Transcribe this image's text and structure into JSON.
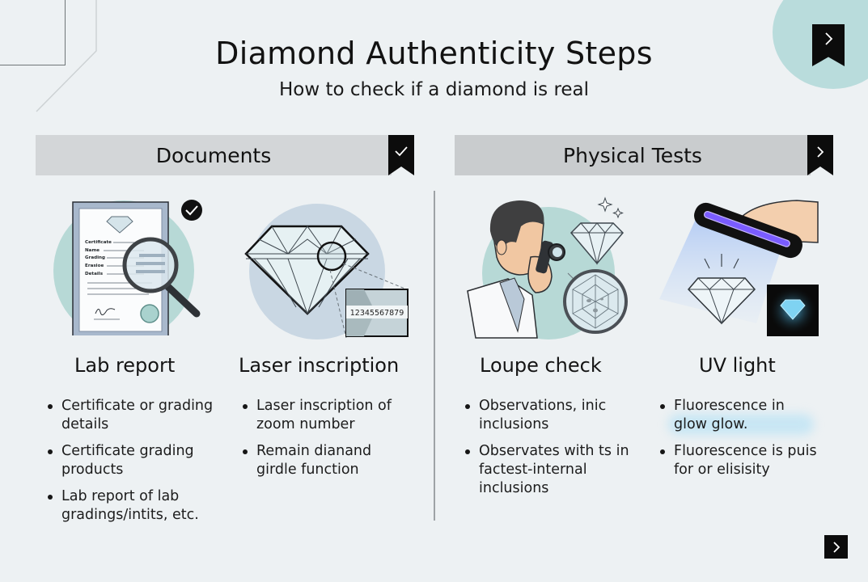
{
  "header": {
    "title": "Diamond Authenticity Steps",
    "subtitle": "How to check if a diamond is real"
  },
  "colors": {
    "background": "#edf1f3",
    "accent_teal": "#b9dcdc",
    "accent_blue": "#c9d7e3",
    "section_bar": "#d3d6d8",
    "ribbon": "#0c0c0c",
    "uv_purple": "#7a5cff"
  },
  "sections": [
    {
      "label": "Documents",
      "ribbon_icon": "checkmark-icon",
      "cards": [
        {
          "title": "Lab report",
          "illustration": "certificate-with-magnifier",
          "badge_icon": "check-circle-icon",
          "certificate_fields": [
            "Certificate",
            "Name",
            "Grading",
            "Erasioe",
            "Details"
          ],
          "bullets": [
            "Certificate or grading details",
            "Certificate grading products",
            "Lab report of lab gradings/intits, etc."
          ]
        },
        {
          "title": "Laser inscription",
          "illustration": "diamond-girdle-inscription",
          "inscription_number": "12345567879",
          "bullets": [
            "Laser inscription of zoom number",
            "Remain dianand girdle function"
          ]
        }
      ]
    },
    {
      "label": "Physical Tests",
      "ribbon_icon": "chevron-right-icon",
      "cards": [
        {
          "title": "Loupe check",
          "illustration": "jeweler-with-loupe",
          "bullets": [
            "Observations, inic inclusions",
            "Observates with ts in factest-internal inclusions"
          ]
        },
        {
          "title": "UV light",
          "illustration": "uv-lamp-diamond-fluorescence",
          "bullets": [
            "Fluorescence in glow glow.",
            "Fluorescence is puis for or elisisity"
          ]
        }
      ]
    }
  ],
  "navigation": {
    "top_ribbon_icon": "chevron-right-icon",
    "bottom_next_icon": "chevron-right-icon"
  }
}
